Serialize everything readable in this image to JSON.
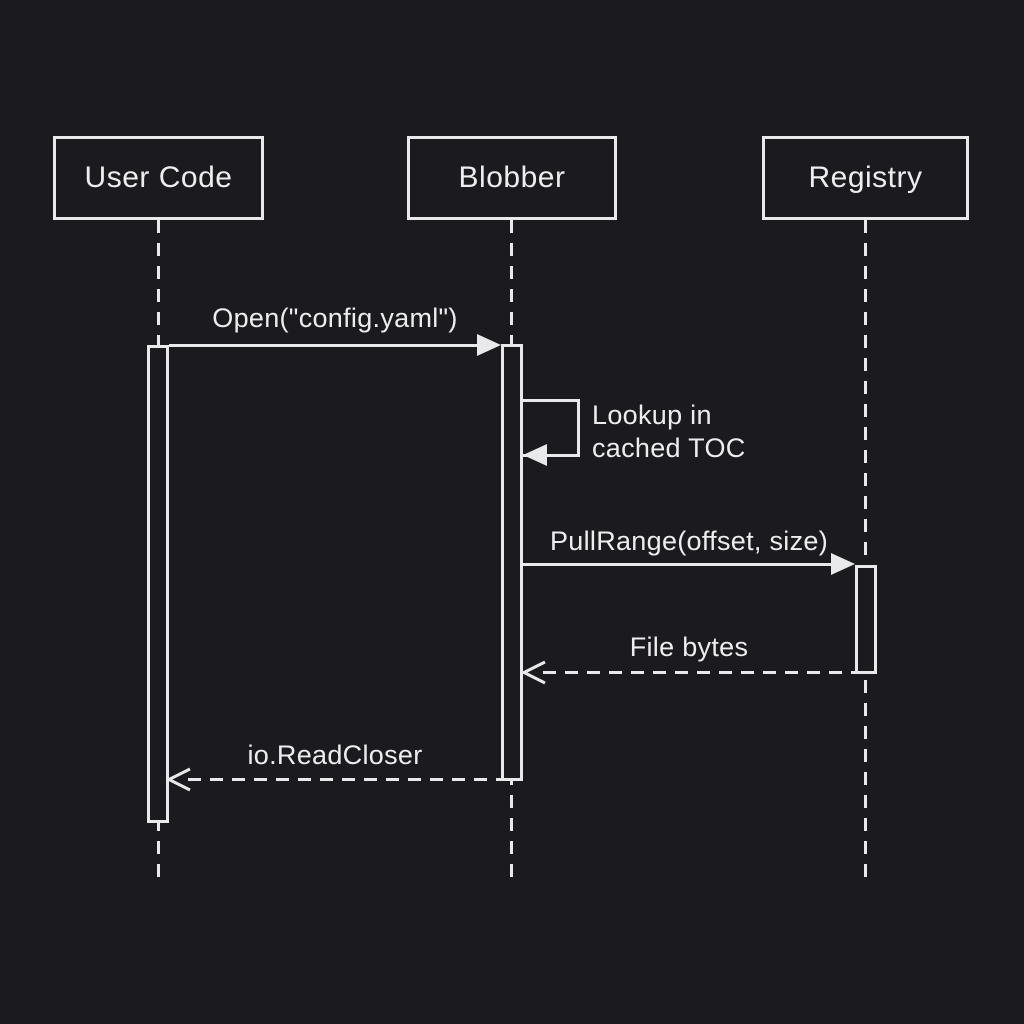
{
  "diagram": {
    "type": "sequence-diagram",
    "participants": [
      {
        "id": "user-code",
        "label": "User Code"
      },
      {
        "id": "blobber",
        "label": "Blobber"
      },
      {
        "id": "registry",
        "label": "Registry"
      }
    ],
    "messages": [
      {
        "label": "Open(\"config.yaml\")",
        "from": "user-code",
        "to": "blobber",
        "style": "solid-filled-arrow"
      },
      {
        "label": "Lookup in cached TOC",
        "label_lines": [
          "Lookup in",
          "cached TOC"
        ],
        "from": "blobber",
        "to": "blobber",
        "style": "self-loop-filled-arrow"
      },
      {
        "label": "PullRange(offset, size)",
        "from": "blobber",
        "to": "registry",
        "style": "solid-filled-arrow"
      },
      {
        "label": "File bytes",
        "from": "registry",
        "to": "blobber",
        "style": "dashed-open-arrow"
      },
      {
        "label": "io.ReadCloser",
        "from": "blobber",
        "to": "user-code",
        "style": "dashed-open-arrow"
      }
    ],
    "colors": {
      "background": "#1b1b1f",
      "stroke": "#e9e9eb",
      "text": "#ededef"
    }
  }
}
